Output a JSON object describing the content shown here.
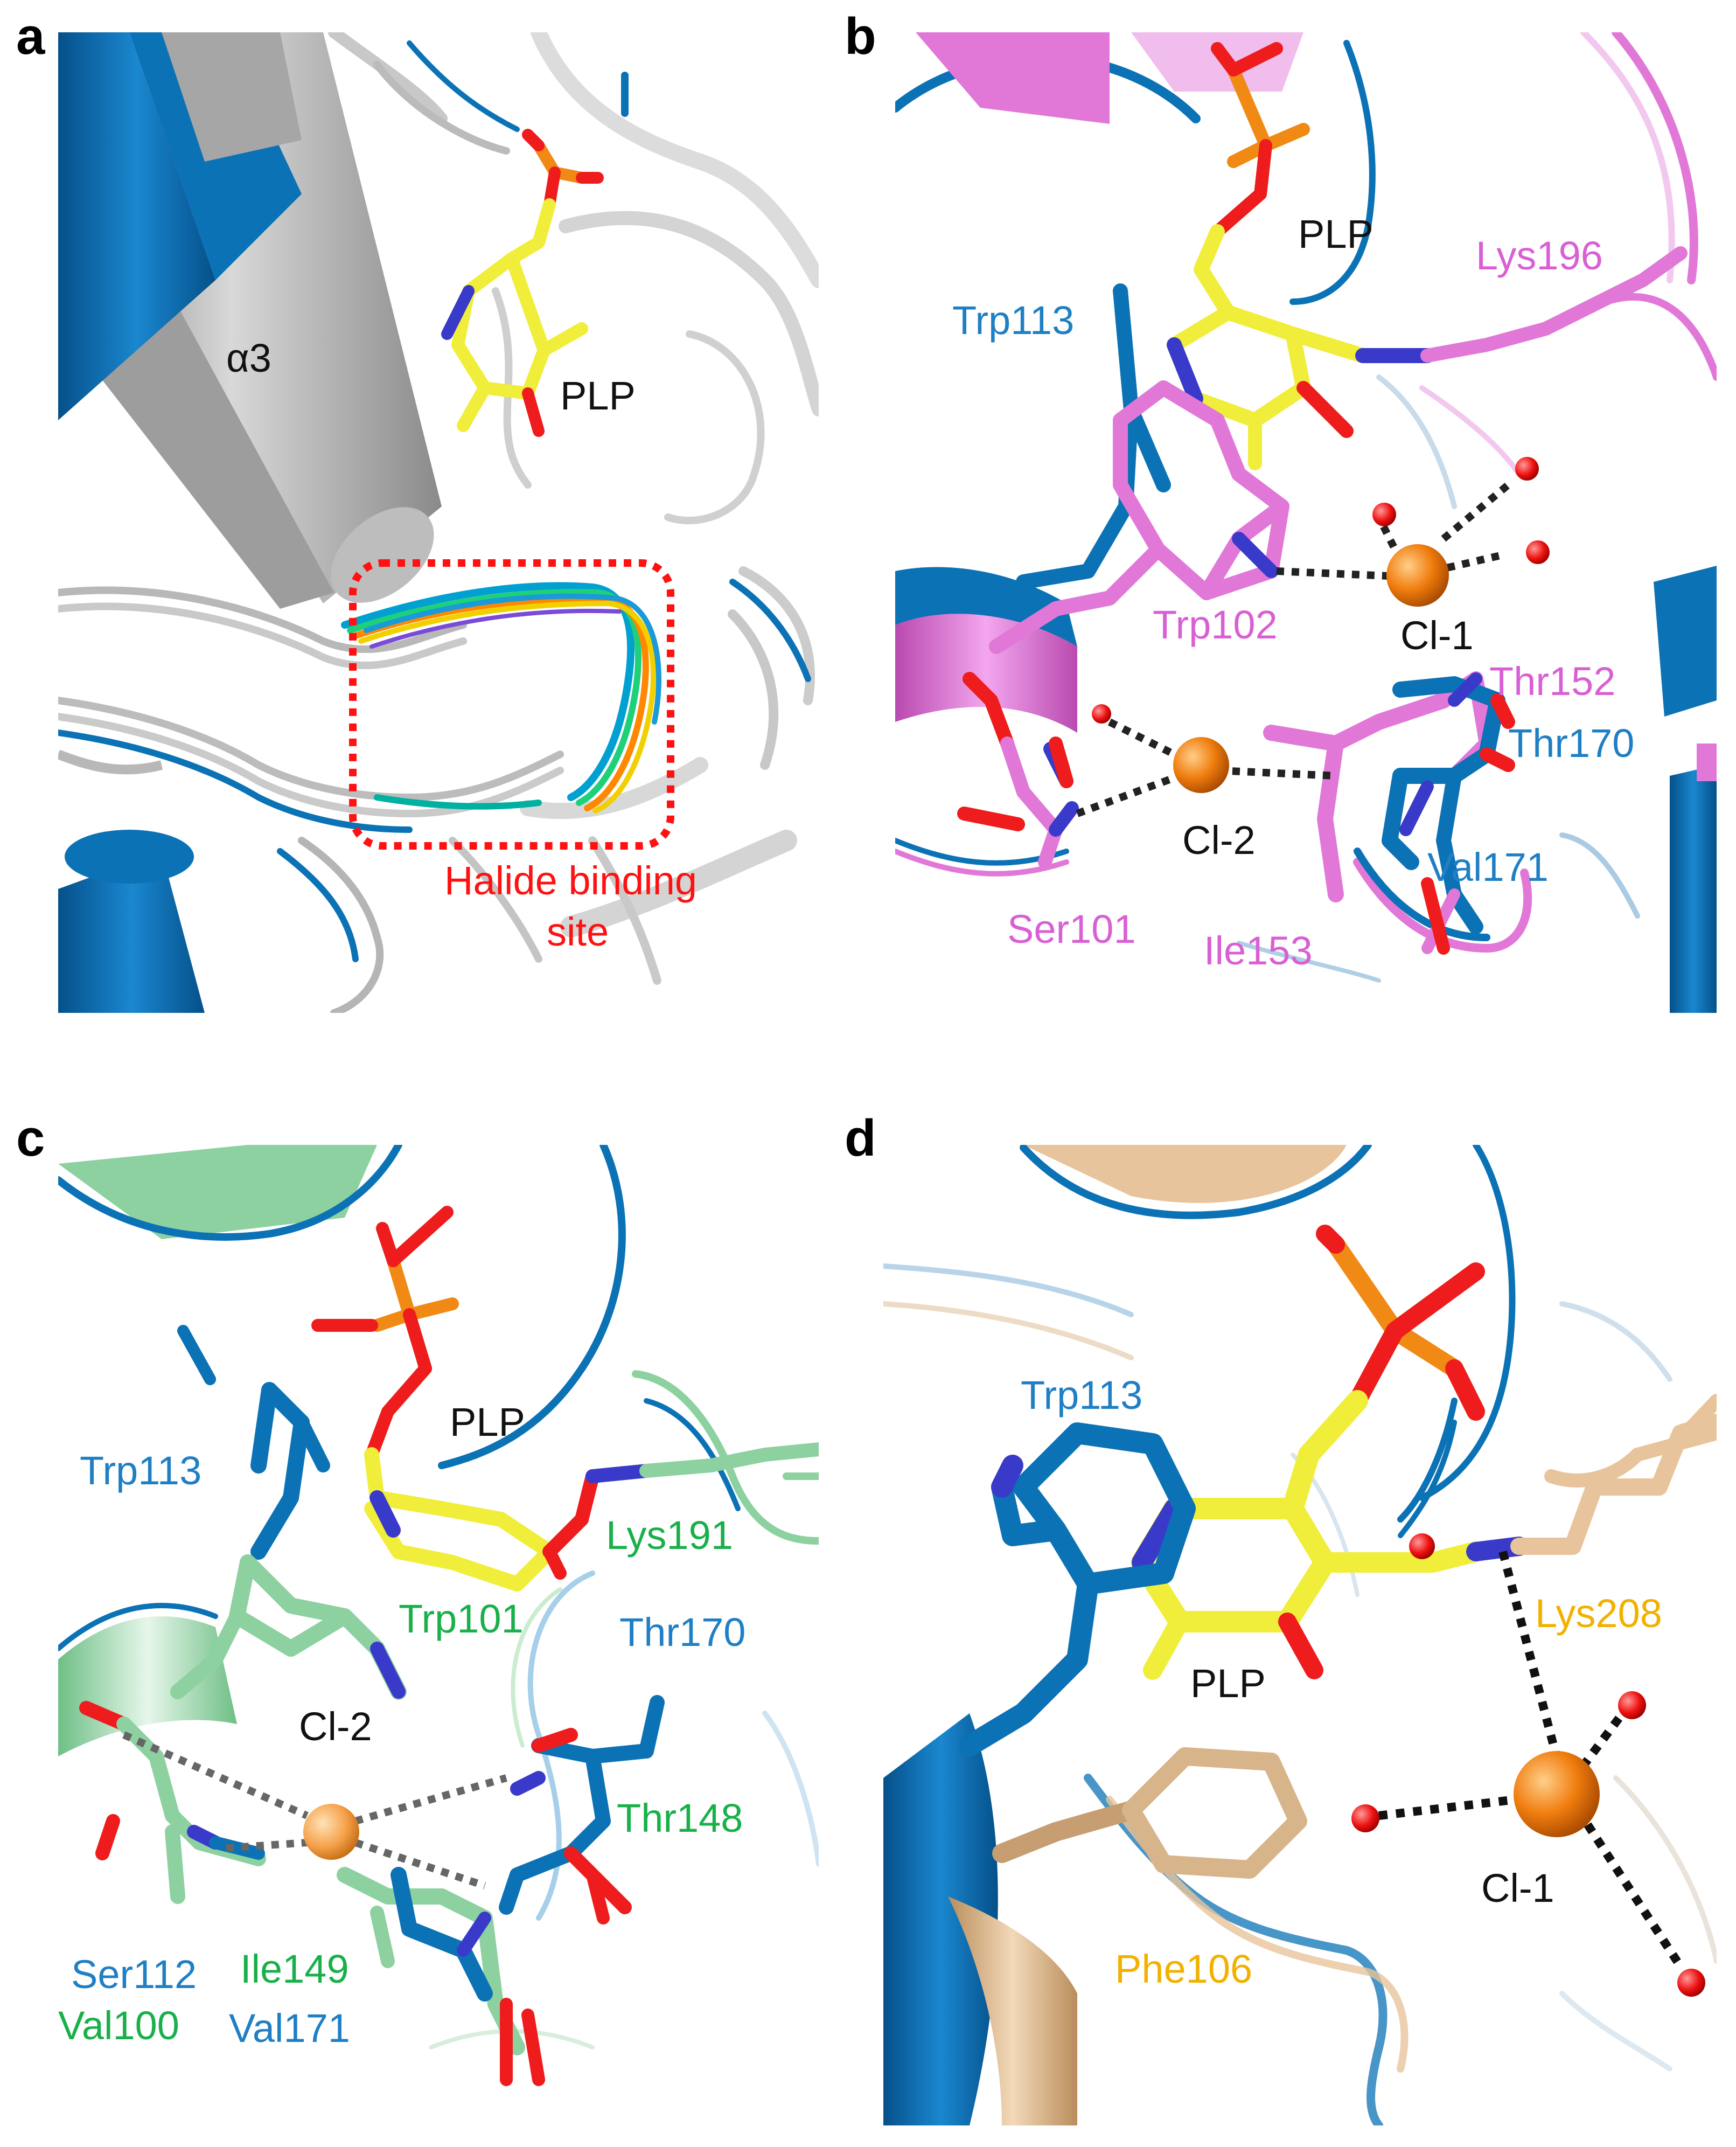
{
  "panels": {
    "a": {
      "label": "a",
      "helix_label": "α3",
      "ligand_label": "PLP",
      "site_label_line1": "Halide binding",
      "site_label_line2": "site"
    },
    "b": {
      "label": "b",
      "ligand_label": "PLP",
      "residues": {
        "lys196": "Lys196",
        "trp113": "Trp113",
        "trp102": "Trp102",
        "cl1": "Cl-1",
        "thr152": "Thr152",
        "thr170": "Thr170",
        "cl2": "Cl-2",
        "val171": "Val171",
        "ser101": "Ser101",
        "ile153": "Ile153"
      }
    },
    "c": {
      "label": "c",
      "ligand_label": "PLP",
      "residues": {
        "trp113": "Trp113",
        "lys191": "Lys191",
        "trp101": "Trp101",
        "thr170": "Thr170",
        "cl2": "Cl-2",
        "thr148": "Thr148",
        "ser112": "Ser112",
        "val100": "Val100",
        "ile149": "Ile149",
        "val171": "Val171"
      }
    },
    "d": {
      "label": "d",
      "ligand_label": "PLP",
      "residues": {
        "trp113": "Trp113",
        "lys208": "Lys208",
        "cl1": "Cl-1",
        "phe106": "Phe106"
      }
    }
  },
  "colors": {
    "reference_blue": "#0b72b5",
    "plp_carbon": "#f0ee3a",
    "phosphorus": "#f08a14",
    "oxygen": "#ee1c1c",
    "nitrogen": "#3a3aca",
    "chloride": "#f07d0e",
    "panel_b_magenta": "#e178d8",
    "panel_c_green": "#8dd1a0",
    "panel_d_wheat": "#e7c49b",
    "highlight_box": "#ff1111"
  }
}
